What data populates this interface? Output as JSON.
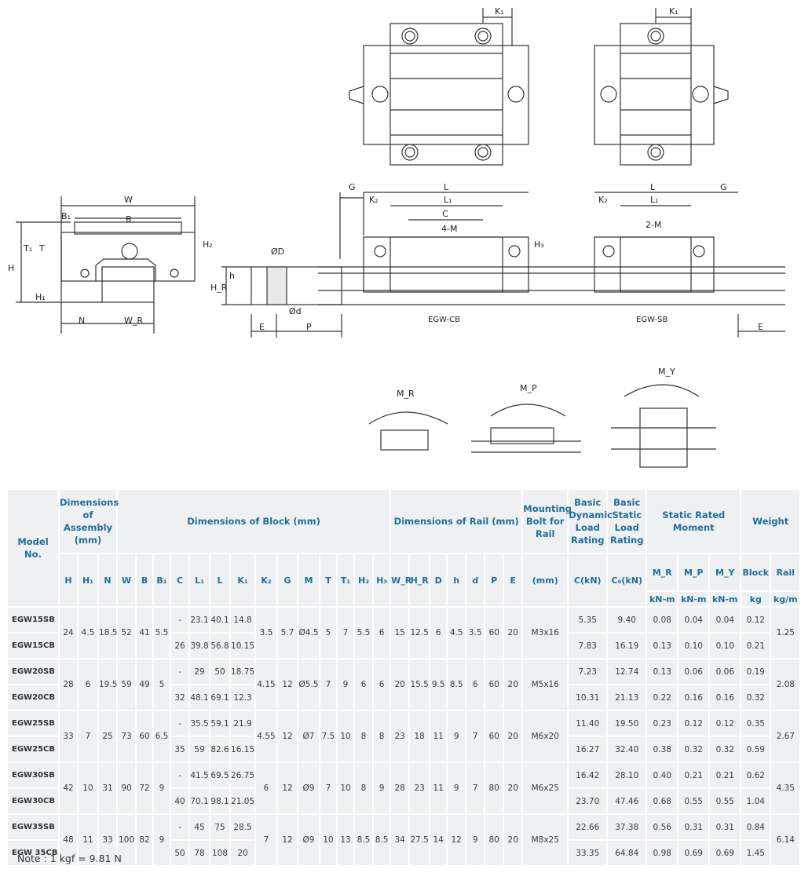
{
  "drawing": {
    "top_labels": {
      "k1_left": "K₁",
      "k1_right": "K₁"
    },
    "section_labels": {
      "w": "W",
      "b": "B",
      "b1": "B₁",
      "t": "T",
      "t1": "T₁",
      "h": "H",
      "h2": "H₂",
      "h1": "H₁",
      "n": "N",
      "wr": "W_R"
    },
    "side_labels": {
      "g_left": "G",
      "g_right": "G",
      "l_left": "L",
      "l_right": "L",
      "k2_left": "K₂",
      "k2_right": "K₂",
      "l1_left": "L₁",
      "l1_right": "L₁",
      "c": "C",
      "m4": "4-M",
      "m2": "2-M",
      "h3": "H₃",
      "od": "ØD",
      "hr": "H_R",
      "hh": "h",
      "ds": "Ød",
      "e_left": "E",
      "p": "P",
      "e_right": "E",
      "egwcb": "EGW-CB",
      "egwsb": "EGW-SB"
    },
    "moment_labels": {
      "mr": "M_R",
      "mp": "M_P",
      "my": "M_Y"
    }
  },
  "table": {
    "head1": {
      "model": "Model No.",
      "assembly": "Dimensions of Assembly (mm)",
      "block": "Dimensions of Block (mm)",
      "rail": "Dimensions of Rail (mm)",
      "bolt": "Mounting Bolt for Rail",
      "dynamic": "Basic Dynamic Load Rating",
      "static": "Basic Static Load Rating",
      "moment": "Static Rated Moment",
      "weight": "Weight"
    },
    "head2": [
      "H",
      "H₁",
      "N",
      "W",
      "B",
      "B₁",
      "C",
      "L₁",
      "L",
      "K₁",
      "K₂",
      "G",
      "M",
      "T",
      "T₁",
      "H₂",
      "H₃",
      "W_R",
      "H_R",
      "D",
      "h",
      "d",
      "P",
      "E",
      "(mm)",
      "C(kN)",
      "C₀(kN)",
      "M_R",
      "M_P",
      "M_Y",
      "Block",
      "Rail"
    ],
    "head2b": [
      "kN-m",
      "kN-m",
      "kN-m",
      "kg",
      "kg/m"
    ],
    "groups": [
      {
        "rows": [
          {
            "model": "EGW15SB",
            "c": "-",
            "l1": "23.1",
            "l": "40.1",
            "k1": "14.8",
            "cd": "5.35",
            "c0": "9.40",
            "mr": "0.08",
            "mp": "0.04",
            "my": "0.04",
            "wb": "0.12"
          },
          {
            "model": "EGW15CB",
            "c": "26",
            "l1": "39.8",
            "l": "56.8",
            "k1": "10.15",
            "cd": "7.83",
            "c0": "16.19",
            "mr": "0.13",
            "mp": "0.10",
            "my": "0.10",
            "wb": "0.21"
          }
        ],
        "shared": {
          "h": "24",
          "h1": "4.5",
          "n": "18.5",
          "w": "52",
          "b": "41",
          "b1": "5.5",
          "k2": "3.5",
          "g": "5.7",
          "m": "Ø4.5",
          "t": "5",
          "t1": "7",
          "h2": "5.5",
          "h3": "6",
          "wr": "15",
          "hr": "12.5",
          "d1": "6",
          "hh": "4.5",
          "d2": "3.5",
          "p": "60",
          "e": "20",
          "bolt": "M3x16",
          "rail": "1.25"
        }
      },
      {
        "rows": [
          {
            "model": "EGW20SB",
            "c": "-",
            "l1": "29",
            "l": "50",
            "k1": "18.75",
            "cd": "7.23",
            "c0": "12.74",
            "mr": "0.13",
            "mp": "0.06",
            "my": "0.06",
            "wb": "0.19"
          },
          {
            "model": "EGW20CB",
            "c": "32",
            "l1": "48.1",
            "l": "69.1",
            "k1": "12.3",
            "cd": "10.31",
            "c0": "21.13",
            "mr": "0.22",
            "mp": "0.16",
            "my": "0.16",
            "wb": "0.32"
          }
        ],
        "shared": {
          "h": "28",
          "h1": "6",
          "n": "19.5",
          "w": "59",
          "b": "49",
          "b1": "5",
          "k2": "4.15",
          "g": "12",
          "m": "Ø5.5",
          "t": "7",
          "t1": "9",
          "h2": "6",
          "h3": "6",
          "wr": "20",
          "hr": "15.5",
          "d1": "9.5",
          "hh": "8.5",
          "d2": "6",
          "p": "60",
          "e": "20",
          "bolt": "M5x16",
          "rail": "2.08"
        }
      },
      {
        "rows": [
          {
            "model": "EGW25SB",
            "c": "-",
            "l1": "35.5",
            "l": "59.1",
            "k1": "21.9",
            "cd": "11.40",
            "c0": "19.50",
            "mr": "0.23",
            "mp": "0.12",
            "my": "0.12",
            "wb": "0.35"
          },
          {
            "model": "EGW25CB",
            "c": "35",
            "l1": "59",
            "l": "82.6",
            "k1": "16.15",
            "cd": "16.27",
            "c0": "32.40",
            "mr": "0.38",
            "mp": "0.32",
            "my": "0.32",
            "wb": "0.59"
          }
        ],
        "shared": {
          "h": "33",
          "h1": "7",
          "n": "25",
          "w": "73",
          "b": "60",
          "b1": "6.5",
          "k2": "4.55",
          "g": "12",
          "m": "Ø7",
          "t": "7.5",
          "t1": "10",
          "h2": "8",
          "h3": "8",
          "wr": "23",
          "hr": "18",
          "d1": "11",
          "hh": "9",
          "d2": "7",
          "p": "60",
          "e": "20",
          "bolt": "M6x20",
          "rail": "2.67"
        }
      },
      {
        "rows": [
          {
            "model": "EGW30SB",
            "c": "-",
            "l1": "41.5",
            "l": "69.5",
            "k1": "26.75",
            "cd": "16.42",
            "c0": "28.10",
            "mr": "0.40",
            "mp": "0.21",
            "my": "0.21",
            "wb": "0.62"
          },
          {
            "model": "EGW30CB",
            "c": "40",
            "l1": "70.1",
            "l": "98.1",
            "k1": "21.05",
            "cd": "23.70",
            "c0": "47.46",
            "mr": "0.68",
            "mp": "0.55",
            "my": "0.55",
            "wb": "1.04"
          }
        ],
        "shared": {
          "h": "42",
          "h1": "10",
          "n": "31",
          "w": "90",
          "b": "72",
          "b1": "9",
          "k2": "6",
          "g": "12",
          "m": "Ø9",
          "t": "7",
          "t1": "10",
          "h2": "8",
          "h3": "9",
          "wr": "28",
          "hr": "23",
          "d1": "11",
          "hh": "9",
          "d2": "7",
          "p": "80",
          "e": "20",
          "bolt": "M6x25",
          "rail": "4.35"
        }
      },
      {
        "rows": [
          {
            "model": "EGW35SB",
            "c": "-",
            "l1": "45",
            "l": "75",
            "k1": "28.5",
            "cd": "22.66",
            "c0": "37.38",
            "mr": "0.56",
            "mp": "0.31",
            "my": "0.31",
            "wb": "0.84"
          },
          {
            "model": "EGW 35CB",
            "c": "50",
            "l1": "78",
            "l": "108",
            "k1": "20",
            "cd": "33.35",
            "c0": "64.84",
            "mr": "0.98",
            "mp": "0.69",
            "my": "0.69",
            "wb": "1.45"
          }
        ],
        "shared": {
          "h": "48",
          "h1": "11",
          "n": "33",
          "w": "100",
          "b": "82",
          "b1": "9",
          "k2": "7",
          "g": "12",
          "m": "Ø9",
          "t": "10",
          "t1": "13",
          "h2": "8.5",
          "h3": "8.5",
          "wr": "34",
          "hr": "27.5",
          "d1": "14",
          "hh": "12",
          "d2": "9",
          "p": "80",
          "e": "20",
          "bolt": "M8x25",
          "rail": "6.14"
        }
      }
    ]
  },
  "note": "Note : 1 kgf = 9.81 N",
  "colors": {
    "header_text": "#1f6f9a",
    "cell_bg": "#eef0f2",
    "line": "#333333"
  }
}
